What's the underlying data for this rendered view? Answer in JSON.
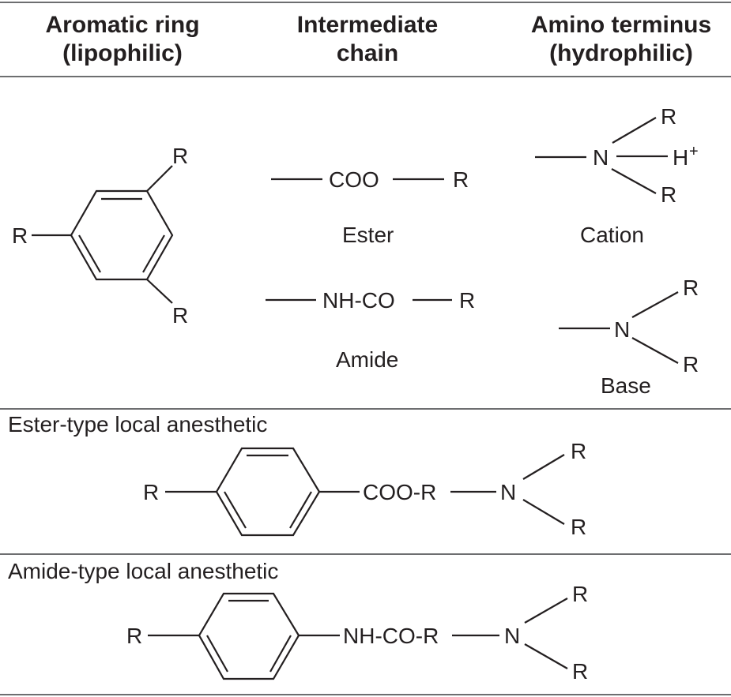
{
  "header": {
    "col1": {
      "line1": "Aromatic ring",
      "line2": "(lipophilic)"
    },
    "col2": {
      "line1": "Intermediate",
      "line2": "chain"
    },
    "col3": {
      "line1": "Amino terminus",
      "line2": "(hydrophilic)"
    }
  },
  "aromatic": {
    "substituents": [
      "R",
      "R",
      "R"
    ]
  },
  "intermediate": {
    "ester": {
      "group": "COO",
      "r": "R",
      "label": "Ester"
    },
    "amide": {
      "group": "NH-CO",
      "r": "R",
      "label": "Amide"
    }
  },
  "amino": {
    "cation": {
      "n": "N",
      "r1": "R",
      "h": "H",
      "charge": "+",
      "r2": "R",
      "label": "Cation"
    },
    "base": {
      "n": "N",
      "r1": "R",
      "r2": "R",
      "label": "Base"
    }
  },
  "ester_type": {
    "title": "Ester-type local anesthetic",
    "r_left": "R",
    "linker": "COO-R",
    "n": "N",
    "r1": "R",
    "r2": "R"
  },
  "amide_type": {
    "title": "Amide-type local anesthetic",
    "r_left": "R",
    "linker": "NH-CO-R",
    "n": "N",
    "r1": "R",
    "r2": "R"
  }
}
